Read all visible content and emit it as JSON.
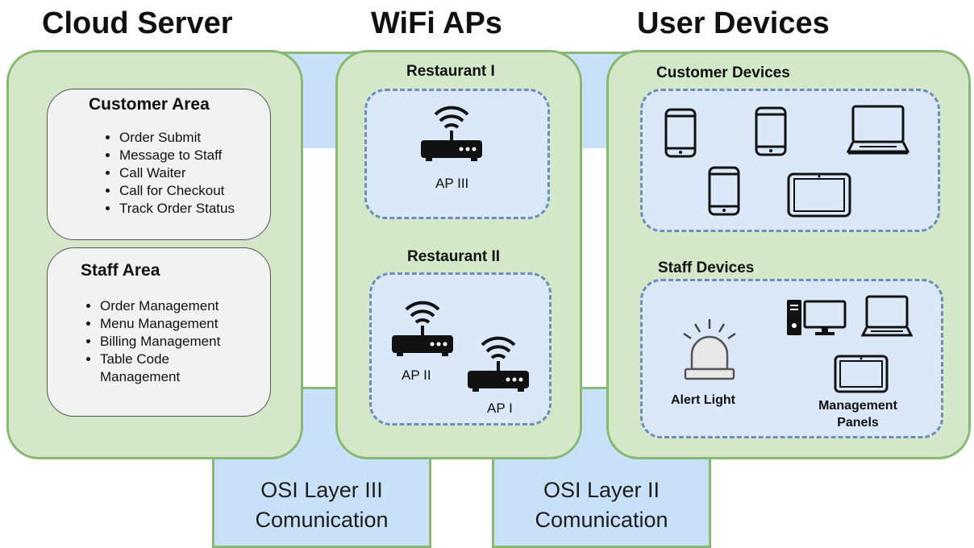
{
  "columns": {
    "cloud_server": "Cloud Server",
    "wifi_aps": "WiFi APs",
    "user_devices": "User Devices"
  },
  "customer_area": {
    "title": "Customer Area",
    "items": [
      "Order Submit",
      "Message to Staff",
      "Call Waiter",
      "Call for Checkout",
      "Track Order Status"
    ]
  },
  "staff_area": {
    "title": "Staff Area",
    "items": [
      "Order Management",
      "Menu Management",
      "Billing Management",
      "Table Code Management"
    ]
  },
  "restaurant_1": {
    "title": "Restaurant I",
    "ap_label": "AP III"
  },
  "restaurant_2": {
    "title": "Restaurant II",
    "ap_label_a": "AP II",
    "ap_label_b": "AP I"
  },
  "customer_devices": {
    "title": "Customer Devices"
  },
  "staff_devices": {
    "title": "Staff Devices",
    "alert_light": "Alert Light",
    "management_panels_line1": "Management",
    "management_panels_line2": "Panels"
  },
  "osi": {
    "layer3_line1": "OSI Layer III",
    "layer3_line2": "Comunication",
    "layer2_line1": "OSI Layer II",
    "layer2_line2": "Comunication"
  },
  "icons": [
    "wifi-router-icon",
    "smartphone-icon",
    "laptop-icon",
    "tablet-icon",
    "desktop-computer-icon",
    "alert-light-icon"
  ],
  "colors": {
    "panel_green": "#d4e8c9",
    "panel_border": "#88b872",
    "connector_blue": "#c8e1f8",
    "dashed_group_fill": "#dae8f8",
    "dashed_border": "#6e8fb2"
  }
}
